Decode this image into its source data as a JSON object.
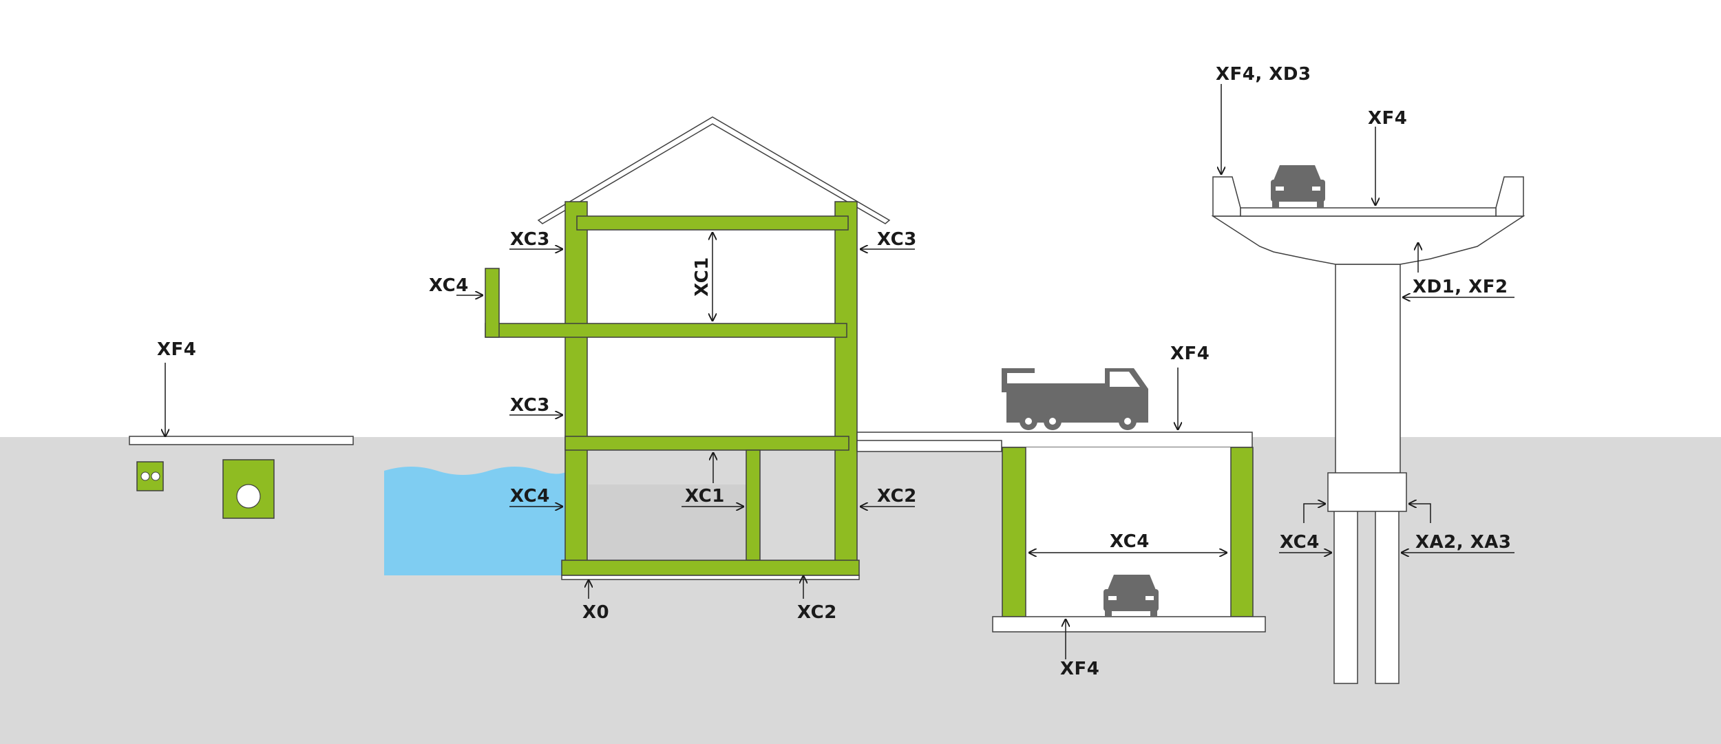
{
  "colors": {
    "ground": "#d9d9d9",
    "sky": "#ffffff",
    "concrete_green": "#8fbc22",
    "water": "#7fcdf2",
    "vehicle": "#6a6a6a",
    "outline": "#3f3f3f"
  },
  "labels": {
    "slab_top": "XF4",
    "house_roof_left": "XC3",
    "house_roof_right": "XC3",
    "house_interior_upper": "XC1",
    "balcony": "XC4",
    "house_wall_left": "XC3",
    "house_water_wall": "XC4",
    "house_interior_lower": "XC1",
    "house_wall_right": "XC2",
    "house_floor_inside": "X0",
    "house_foundation": "XC2",
    "deck_top": "XF4",
    "garage_inside": "XC4",
    "garage_floor": "XF4",
    "bridge_parapet": "XF4, XD3",
    "bridge_deck": "XF4",
    "bridge_underside": "XD1, XF2",
    "pier_splash": "XC4",
    "pier_ground": "XA2, XA3"
  },
  "icons": [
    "car-icon",
    "truck-icon",
    "water-area",
    "pipe-icon"
  ]
}
